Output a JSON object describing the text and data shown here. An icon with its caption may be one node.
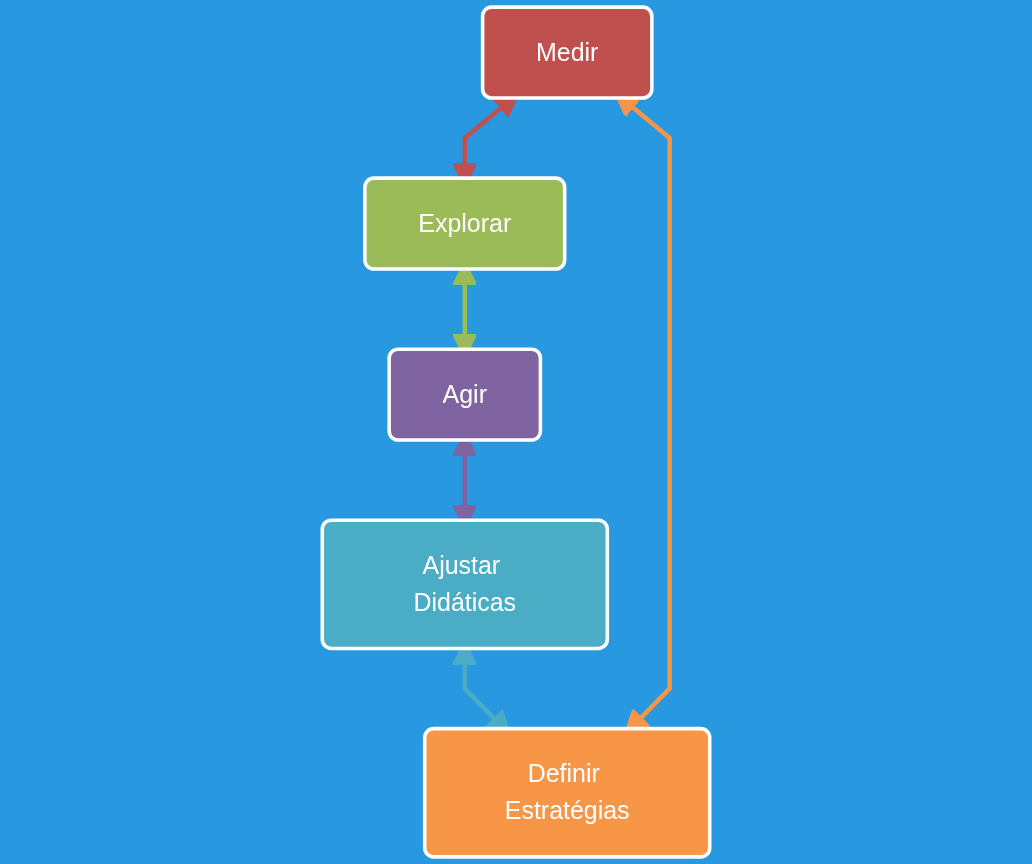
{
  "diagram": {
    "nodes": [
      {
        "text": [
          "Medir"
        ]
      },
      {
        "text": [
          "Explorar"
        ]
      },
      {
        "text": [
          "Agir"
        ]
      },
      {
        "text": [
          "Ajustar Didáticas"
        ]
      },
      {
        "text": [
          "Definir Estratégias"
        ]
      }
    ],
    "edges": [
      {
        "from": 0,
        "to": 1,
        "arrow": "both",
        "color": "#c0504d"
      },
      {
        "from": 1,
        "to": 2,
        "arrow": "both",
        "color": "#9bbb59"
      },
      {
        "from": 2,
        "to": 3,
        "arrow": "both",
        "color": "#8064a2"
      },
      {
        "from": 3,
        "to": 4,
        "arrow": "both",
        "color": "#4bacc6"
      },
      {
        "from": 4,
        "to": 0,
        "arrow": "both",
        "color": "#f79646"
      }
    ]
  }
}
